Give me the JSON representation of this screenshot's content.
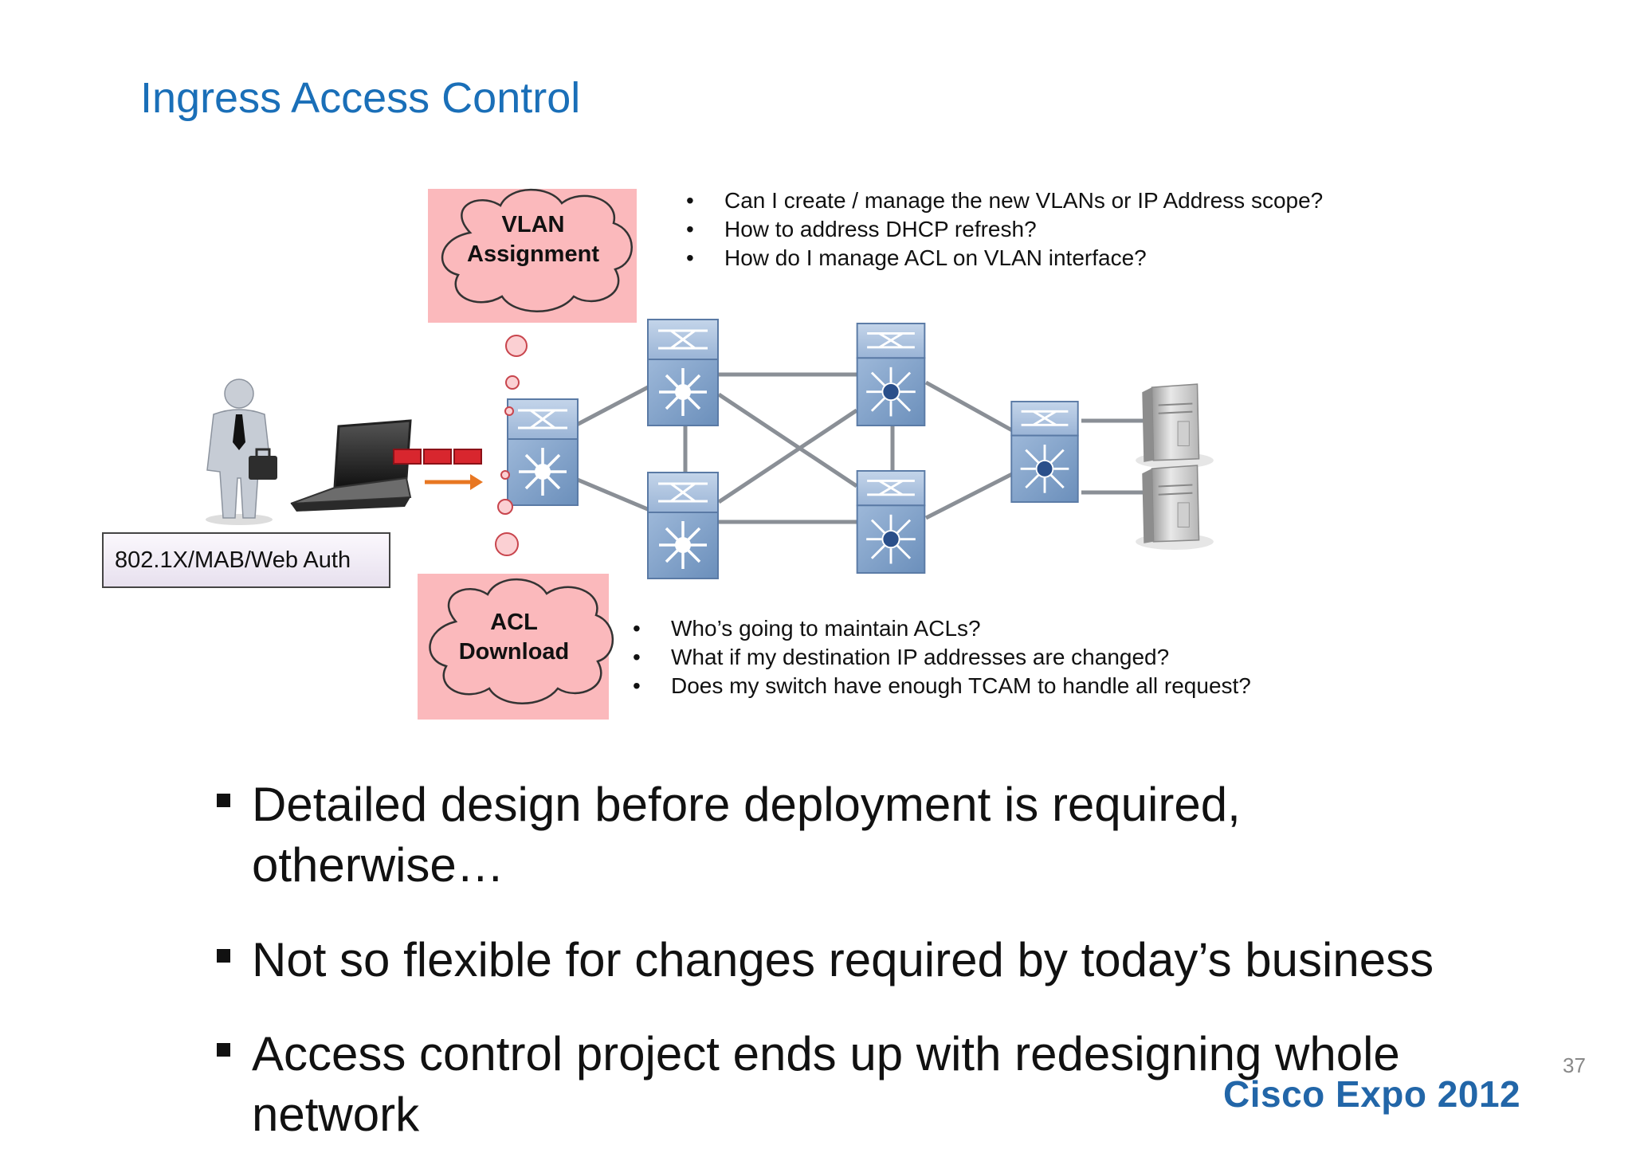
{
  "title": "Ingress Access Control",
  "clouds": {
    "vlan": {
      "line1": "VLAN",
      "line2": "Assignment"
    },
    "acl": {
      "line1": "ACL",
      "line2": "Download"
    }
  },
  "top_questions": [
    "Can I create / manage the new VLANs or IP Address scope?",
    "How to address DHCP refresh?",
    "How do I manage ACL on VLAN interface?"
  ],
  "bottom_questions": [
    "Who’s going to maintain ACLs?",
    "What if my destination IP addresses are changed?",
    "Does my switch have enough TCAM to handle all request?"
  ],
  "bullet_char": "•",
  "auth_label": "802.1X/MAB/Web Auth",
  "main_bullets": [
    {
      "line1": "Detailed design before deployment is required,",
      "line2": "otherwise…"
    },
    {
      "line1": "Not so flexible for changes required by today’s business",
      "line2": ""
    },
    {
      "line1": "Access control project ends up with redesigning whole",
      "line2": "network"
    }
  ],
  "page_number": "37",
  "brand": "Cisco Expo 2012",
  "colors": {
    "title": "#1a6fb8",
    "cloud_bg": "#fbb9bc",
    "switch_blue": "#7d9fc7",
    "link_gray": "#8a8f96",
    "arrow_orange": "#e87722",
    "frame_red": "#d8262e",
    "brand": "#2266a8"
  },
  "icons": [
    "user-icon",
    "briefcase-icon",
    "laptop-icon",
    "access-switch-icon",
    "distribution-switch-icon",
    "core-switch-icon",
    "server-icon",
    "arrow-icon",
    "frame-icon"
  ]
}
